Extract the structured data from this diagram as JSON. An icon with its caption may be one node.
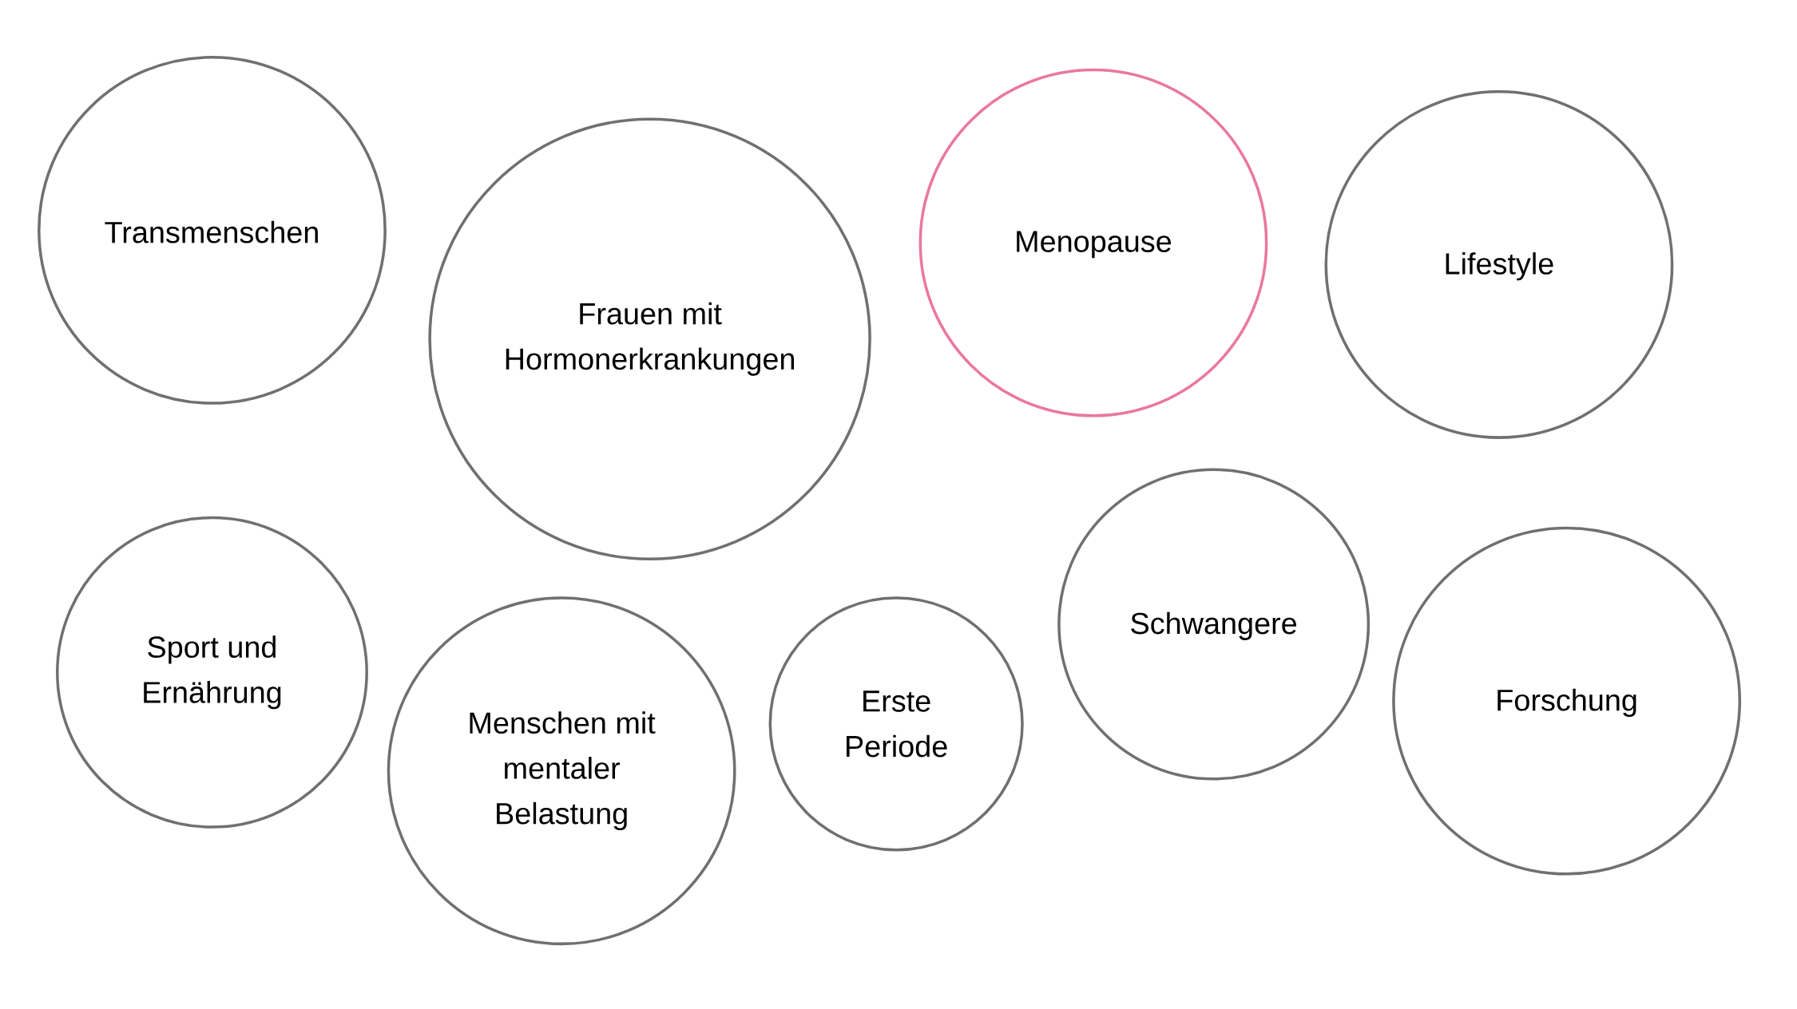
{
  "diagram": {
    "nodes": [
      {
        "text": [
          "Transmenschen"
        ]
      },
      {
        "text": [
          "Frauen mit Hormonerkrankungen"
        ]
      },
      {
        "text": [
          "Menopause"
        ]
      },
      {
        "text": [
          "Lifestyle"
        ]
      },
      {
        "text": [
          "Sport und Ernährung"
        ]
      },
      {
        "text": [
          "Menschen mit mentaler Belastung"
        ]
      },
      {
        "text": [
          "Erste Periode"
        ]
      },
      {
        "text": [
          "Schwangere"
        ]
      },
      {
        "text": [
          "Forschung"
        ]
      }
    ]
  }
}
